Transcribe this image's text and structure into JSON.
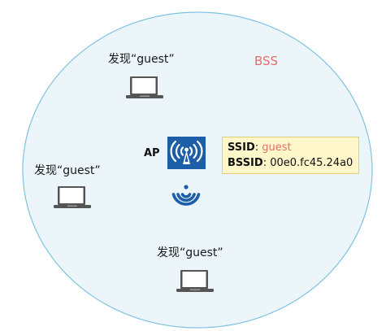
{
  "bss": {
    "label": "BSS"
  },
  "ap": {
    "label": "AP",
    "icon": "access-point-icon",
    "signal_icon": "wifi-signal-icon"
  },
  "info": {
    "ssid_key": "SSID",
    "ssid_value": "guest",
    "bssid_key": "BSSID",
    "bssid_value": "00e0.fc45.24a0"
  },
  "clients": [
    {
      "label": "发现“guest”",
      "icon": "laptop-icon"
    },
    {
      "label": "发现“guest”",
      "icon": "laptop-icon"
    },
    {
      "label": "发现“guest”",
      "icon": "laptop-icon"
    }
  ],
  "colors": {
    "bss_fill": "#ebf5fa",
    "bss_stroke": "#7fc3e0",
    "accent_red": "#e0706a",
    "ap_blue": "#1d5ea8",
    "info_bg": "#fdf7c9"
  }
}
